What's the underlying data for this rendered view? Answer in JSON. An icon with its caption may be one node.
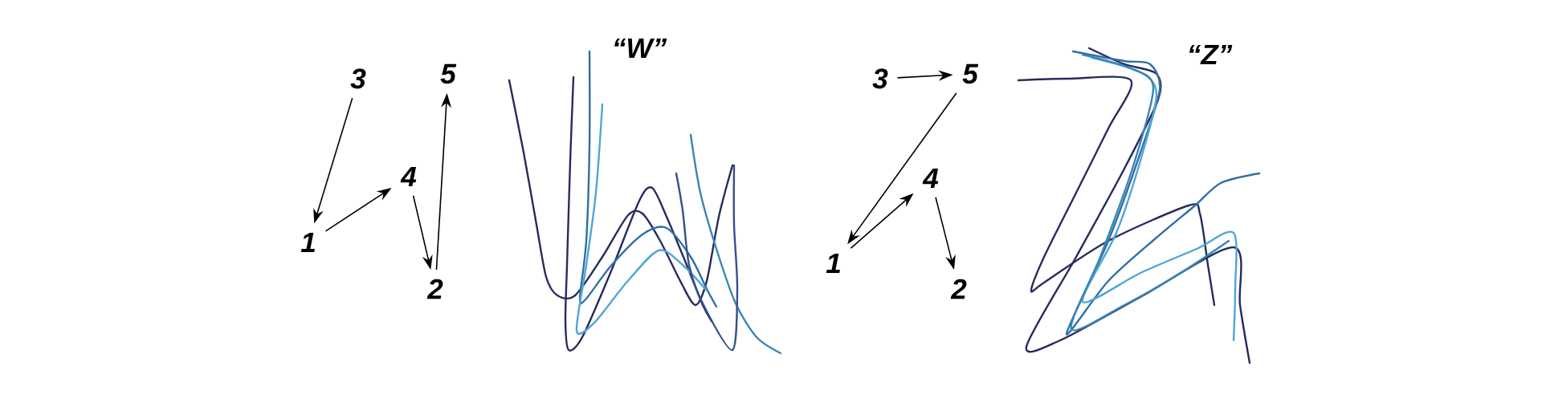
{
  "diagram": {
    "nodes": [
      {
        "text": [
          "3"
        ]
      },
      {
        "text": [
          "5"
        ]
      },
      {
        "text": [
          "4"
        ]
      },
      {
        "text": [
          "1"
        ]
      },
      {
        "text": [
          "2"
        ]
      },
      {
        "text": [
          "3"
        ]
      },
      {
        "text": [
          "5"
        ]
      },
      {
        "text": [
          "4"
        ]
      },
      {
        "text": [
          "1"
        ]
      },
      {
        "text": [
          "2"
        ]
      }
    ],
    "edges": [
      {
        "from": 0,
        "to": 3,
        "arrow": "to"
      },
      {
        "from": 3,
        "to": 2,
        "arrow": "to"
      },
      {
        "from": 2,
        "to": 4,
        "arrow": "to"
      },
      {
        "from": 4,
        "to": 1,
        "arrow": "to"
      },
      {
        "from": 5,
        "to": 6,
        "arrow": "to"
      },
      {
        "from": 6,
        "to": 8,
        "arrow": "to"
      },
      {
        "from": 8,
        "to": 7,
        "arrow": "to"
      },
      {
        "from": 7,
        "to": 9,
        "arrow": "to"
      }
    ],
    "labels": [
      "“W”",
      "“Z”"
    ]
  }
}
